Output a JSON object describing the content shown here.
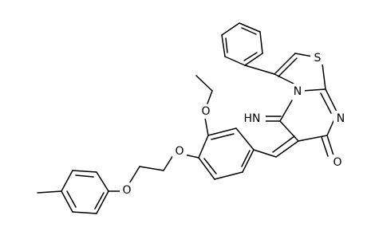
{
  "figure": {
    "type": "chemical structure (skeletal formula)",
    "atom_labels": {
      "sulfur": "S",
      "ring_nitrogen_bridgehead": "N",
      "ring_nitrogen_imine": "N",
      "imine": "HN",
      "carbonyl_oxygen": "O",
      "ethoxy_oxygen": "O",
      "ether_oxygen_1": "O",
      "ether_oxygen_2": "O"
    }
  }
}
